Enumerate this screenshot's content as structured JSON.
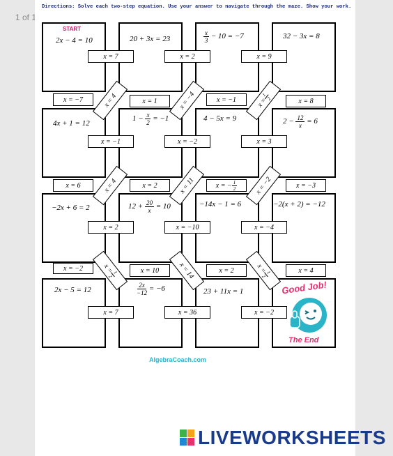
{
  "page_counter": "1 of 1",
  "directions": "Directions: Solve each two-step equation. Use your answer to navigate through the maze. Show your work.",
  "start_label": "START",
  "equations": {
    "r1c1": "2x − 4 = 10",
    "r1c2": "20 + 3x = 23",
    "r1c3_tail": " − 10 = −7",
    "r1c3_num": "x",
    "r1c3_den": "3",
    "r1c4": "32 − 3x = 8",
    "r2c1": "4x + 1 = 12",
    "r2c2_head": "1 − ",
    "r2c2_num": "x",
    "r2c2_den": "2",
    "r2c2_tail": " = −1",
    "r2c3": "4 − 5x = 9",
    "r2c4_head": "2 − ",
    "r2c4_num": "12",
    "r2c4_den": "x",
    "r2c4_tail": " = 6",
    "r3c1": "−2x + 6 = 2",
    "r3c2_head": "12 + ",
    "r3c2_num": "20",
    "r3c2_den": "x",
    "r3c2_tail": " = 10",
    "r3c3": "−14x − 1 = 6",
    "r3c4": "−2(x + 2) = −12",
    "r4c1": "2x − 5 = 12",
    "r4c2_num": "2x",
    "r4c2_den": "−12",
    "r4c2_tail": " = −6",
    "r4c3": "23 + 11x = 1"
  },
  "answers": {
    "h1a": "x = 7",
    "h1b": "x = 2",
    "h1c": "x = 9",
    "v1a": "x = −7",
    "v1b": "x = 1",
    "v1c": "x = −1",
    "v1d": "x = 8",
    "d1a": "x = 4",
    "d1b": "x = −4",
    "d1c_num": "1",
    "d1c_den": "2",
    "d1c_head": "x = ",
    "h2a": "x = −1",
    "h2b": "x = −2",
    "h2c": "x = 3",
    "v2a": "x = 6",
    "v2b": "x = 2",
    "v2c_head": "x = −",
    "v2c_num": "1",
    "v2c_den": "2",
    "v2d": "x = −3",
    "d2a": "x = 4",
    "d2b": "x = 11",
    "d2c": "x = −2",
    "h3a": "x = 2",
    "h3b": "x = −10",
    "h3c": "x = −4",
    "v3a": "x = −2",
    "v3b": "x = 10",
    "v3c": "x = 2",
    "v3d": "x = 4",
    "d3a_head": "x = ",
    "d3a_num": "1",
    "d3a_den": "2",
    "d3b": "x = 14",
    "d3c_head": "x = ",
    "d3c_num": "1",
    "d3c_den": "2",
    "h4a": "x = 7",
    "h4b": "x = 36",
    "h4c": "x = −2"
  },
  "finish": {
    "good_job": "Good Job!",
    "the_end": "The End"
  },
  "credit": "AlgebraCoach.com",
  "brand": "LIVEWORKSHEETS",
  "colors": {
    "directions": "#1a2a7a",
    "start": "#cc1a66",
    "finish": "#e8306e",
    "mascot": "#2bb4c8",
    "brand": "#1a3a8a"
  },
  "icons": {
    "mascot": "winking-face-thumbs-up-icon",
    "brand_mark": "liveworksheets-logo-icon"
  }
}
